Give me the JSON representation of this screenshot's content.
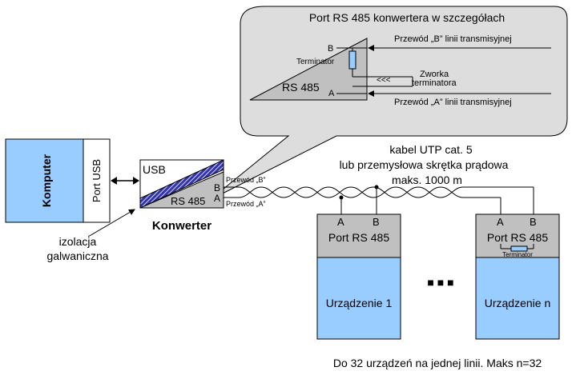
{
  "colors": {
    "device_blue": "#99CCFF",
    "port_gray": "#C0C0C0",
    "callout_gray": "#DDDDDD",
    "terminator_blue": "#99CCFF",
    "line": "#000000"
  },
  "computer": {
    "label": "Komputer",
    "port_label": "Port USB"
  },
  "converter": {
    "usb_label": "USB",
    "rs485_label": "RS 485",
    "pin_b": "B",
    "pin_a": "A",
    "name": "Konwerter",
    "wire_b_label": "Przewód „B”",
    "wire_a_label": "Przewód „A”"
  },
  "isolation_label": [
    "izolacja",
    "galwaniczna"
  ],
  "callout": {
    "title": "Port RS 485 konwertera w szczegółach",
    "pin_b": "B",
    "pin_a": "A",
    "terminator_label": "Terminator",
    "rs485_label": "RS 485",
    "wire_b_label": "Przewód „B” linii transmisyjnej",
    "wire_a_label": "Przewód „A” linii transmisyjnej",
    "jumper_label": [
      "Zworka",
      "terminatora"
    ]
  },
  "cable": {
    "lines": [
      "kabel UTP cat. 5",
      "lub przemysłowa skrętka prądowa",
      "maks. 1000 m"
    ]
  },
  "devices": [
    {
      "pin_a": "A",
      "pin_b": "B",
      "port_label": "Port RS 485",
      "name": "Urządzenie 1",
      "terminator": ""
    },
    {
      "pin_a": "A",
      "pin_b": "B",
      "port_label": "Port RS 485",
      "name": "Urządzenie n",
      "terminator": "Terminator"
    }
  ],
  "ellipsis": "■  ■  ■",
  "footer": "Do 32 urządzeń na jednej linii. Maks n=32"
}
